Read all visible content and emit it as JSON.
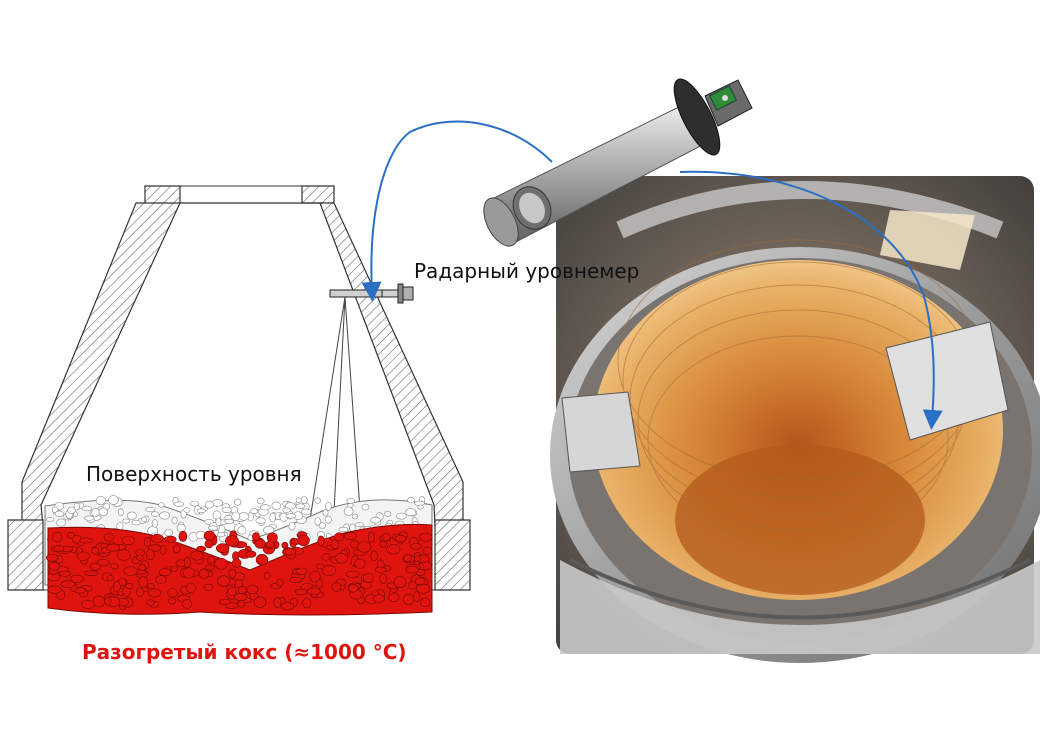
{
  "labels": {
    "radar_gauge": "Радарный уровнемер",
    "level_surface": "Поверхность уровня",
    "hot_coke": "Разогретый кокс (≈1000 °C)"
  },
  "colors": {
    "hot_coke": "#e0140f",
    "arrow": "#2b6fc4",
    "hatch": "#555555",
    "furnace_glow": "#d87a2a"
  },
  "icons": {
    "radar_probe": "radar-probe-icon",
    "coke_pile": "coke-pile-illustration"
  }
}
